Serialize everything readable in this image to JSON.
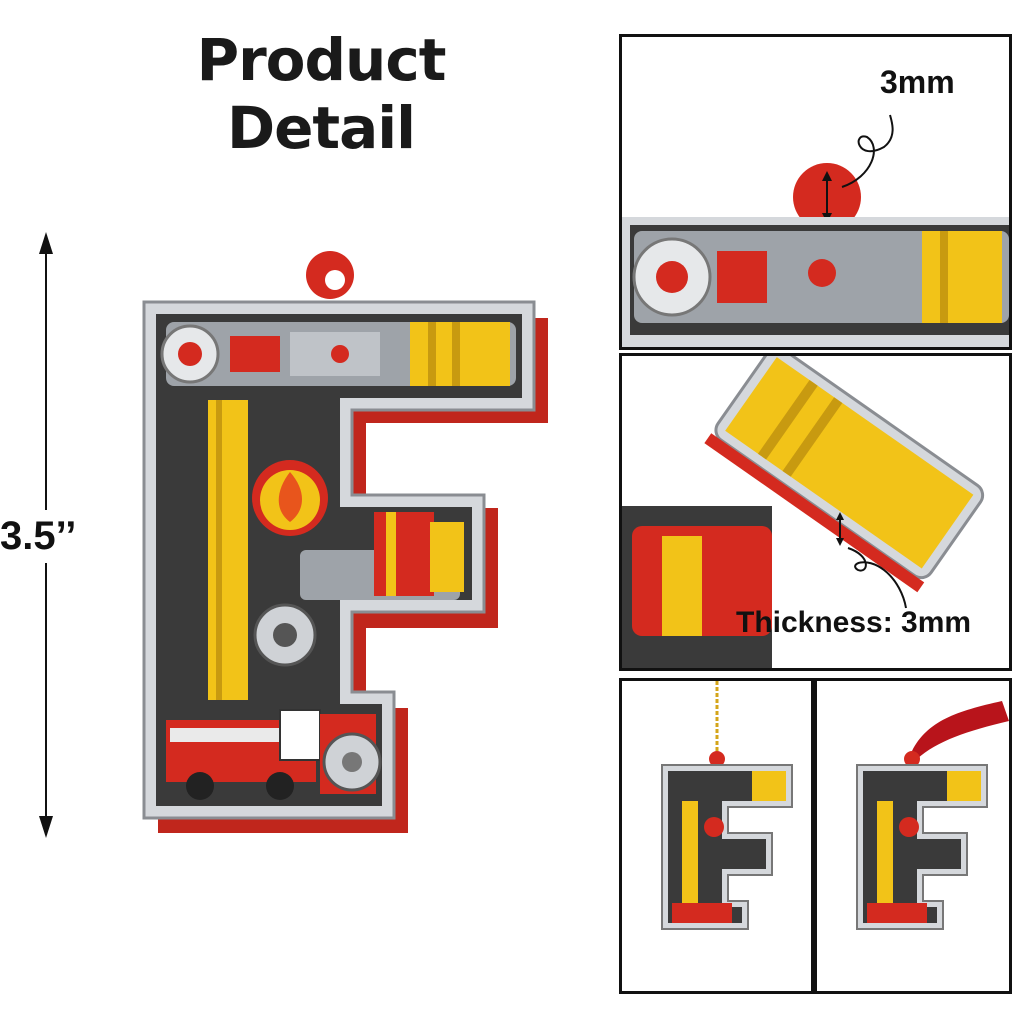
{
  "title": "Product Detail",
  "dimension": {
    "height_label": "3.5’’"
  },
  "detail_top": {
    "label": "3mm"
  },
  "detail_mid": {
    "label": "Thickness: 3mm"
  },
  "colors": {
    "red": "#d42a1f",
    "yellow": "#f2c318",
    "silver": "#c9ccd1",
    "dark": "#2b2b2b"
  }
}
